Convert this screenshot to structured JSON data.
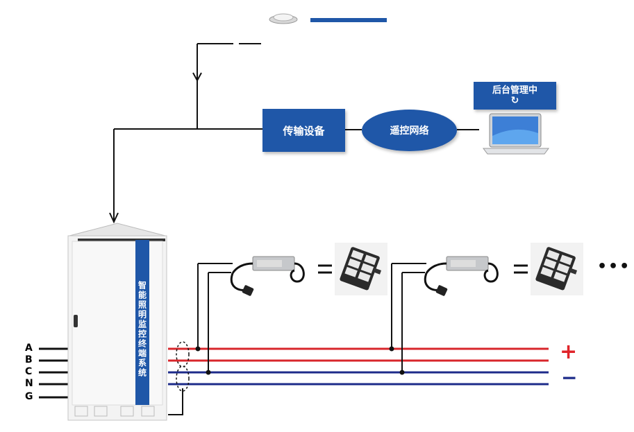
{
  "nodes": {
    "transmission": "传输设备",
    "network": "遥控网络",
    "backend": "后台管理中",
    "cabinet": "智能照明监控终端系统"
  },
  "phases": [
    "A",
    "B",
    "C",
    "N",
    "G"
  ],
  "polarity": {
    "plus": "+",
    "minus": "−"
  },
  "more": "•••",
  "colors": {
    "box": "#1f57a8",
    "red_wire": "#d8262b",
    "blue_wire": "#1d2b8a",
    "plus": "#e0242a",
    "minus": "#1d2b8a"
  }
}
